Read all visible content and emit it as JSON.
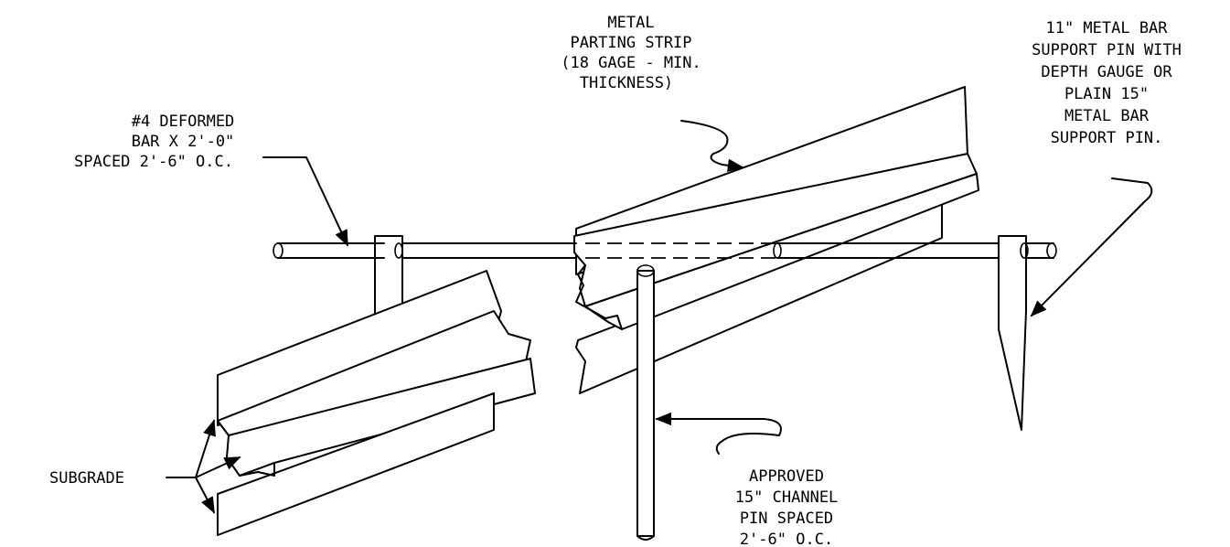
{
  "labels": {
    "deformed_bar": [
      "#4 DEFORMED",
      "BAR X 2'-0\"",
      "SPACED 2'-6\" O.C."
    ],
    "parting_strip": [
      "METAL",
      "PARTING STRIP",
      "(18 GAGE - MIN.",
      "THICKNESS)"
    ],
    "support_pin": [
      "11\" METAL BAR",
      "SUPPORT PIN WITH",
      "DEPTH GAUGE OR",
      "PLAIN 15\"",
      "METAL BAR",
      "SUPPORT PIN."
    ],
    "subgrade": [
      "SUBGRADE"
    ],
    "channel_pin": [
      "APPROVED",
      "15\" CHANNEL",
      "PIN SPACED",
      "2'-6\" O.C."
    ]
  }
}
